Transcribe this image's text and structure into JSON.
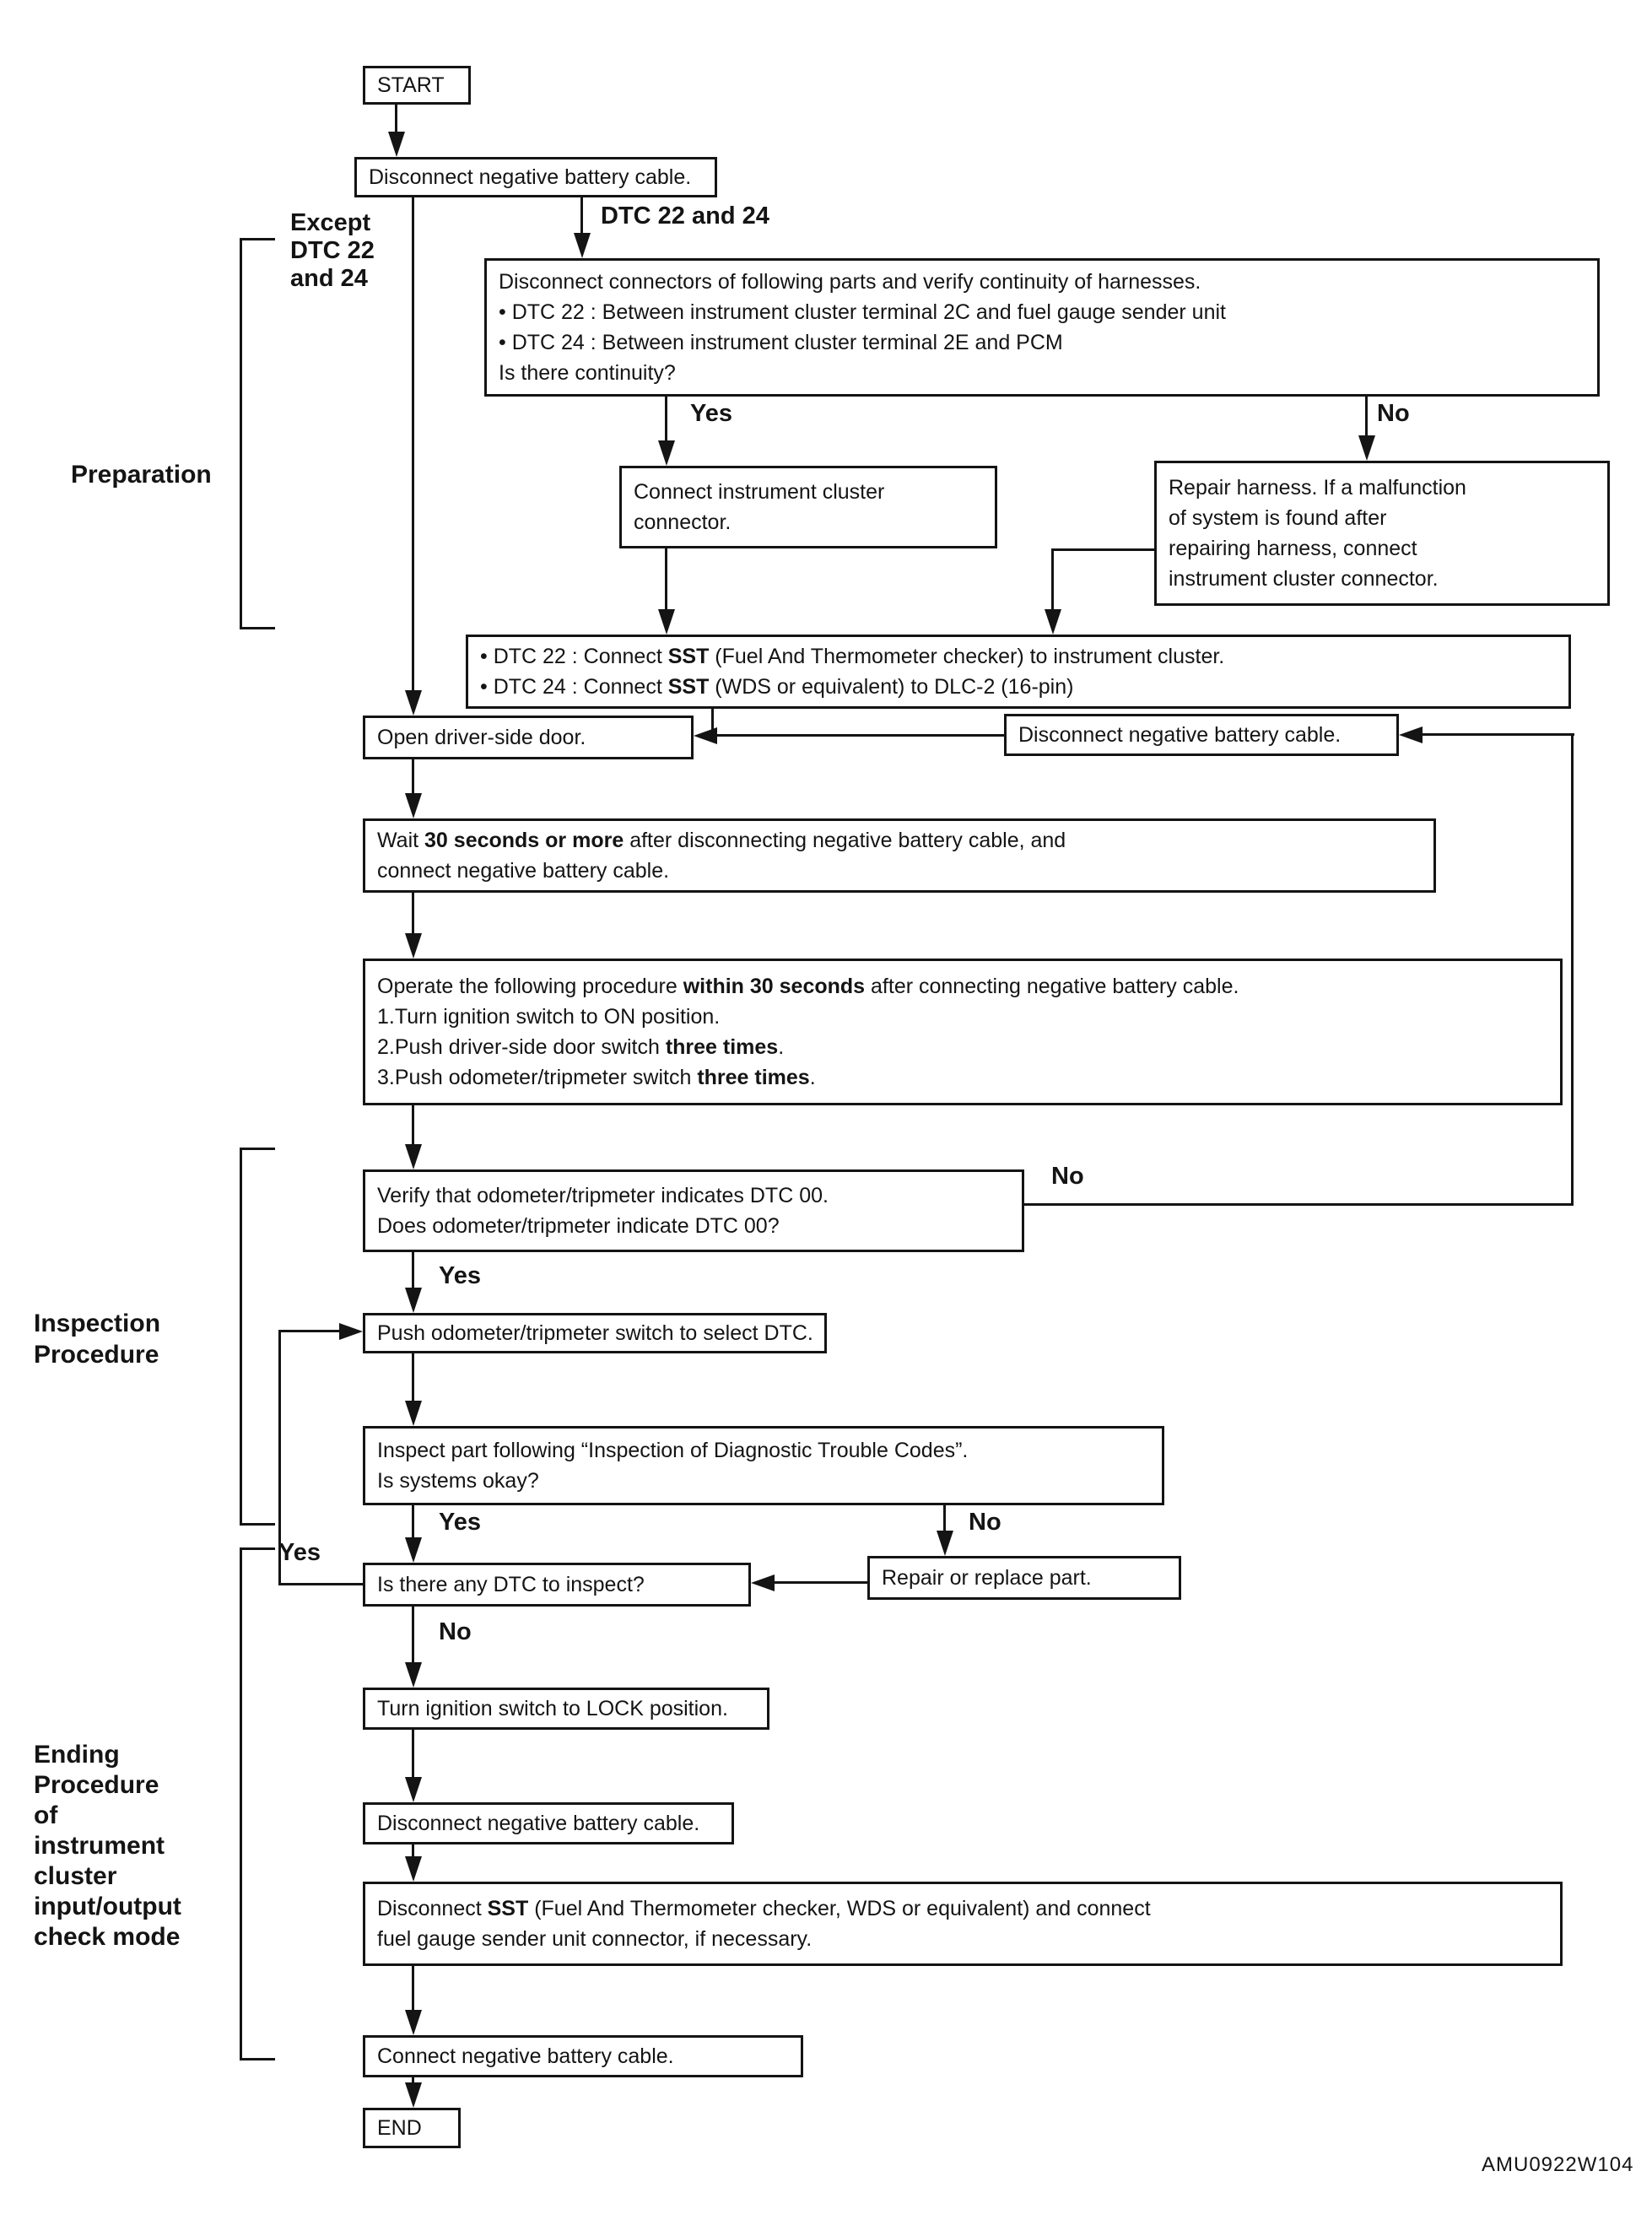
{
  "page": {
    "figure_code": "AMU0922W104",
    "ink_color": "#141414",
    "background_color": "#ffffff"
  },
  "sections": {
    "preparation": {
      "label": "Preparation"
    },
    "inspection": {
      "label_lines": [
        "Inspection",
        "Procedure"
      ]
    },
    "ending": {
      "label_lines": [
        "Ending",
        "Procedure",
        "of",
        "instrument",
        "cluster",
        "input/output",
        "check mode"
      ]
    }
  },
  "branch_labels": {
    "yes": "Yes",
    "no": "No",
    "dtc_22_24": "DTC 22 and 24",
    "except_lines": [
      "Except",
      "DTC 22",
      "and 24"
    ]
  },
  "nodes": {
    "start": {
      "text": "START"
    },
    "disconnect_battery_1": {
      "text": "Disconnect negative battery cable."
    },
    "verify_continuity": {
      "lines": [
        "Disconnect connectors of following parts and verify continuity of harnesses.",
        "• DTC 22 : Between instrument cluster terminal 2C and fuel gauge sender unit",
        "• DTC 24 : Between instrument cluster terminal 2E and PCM",
        "Is there continuity?"
      ]
    },
    "connect_cluster_connector": {
      "lines": [
        "Connect instrument cluster",
        "connector."
      ]
    },
    "repair_harness": {
      "lines": [
        "Repair harness. If a malfunction",
        "of system is found after",
        "repairing harness, connect",
        "instrument cluster connector."
      ]
    },
    "connect_sst": {
      "lines": [
        [
          "• DTC 22 : Connect ",
          {
            "t": "SST",
            "b": true
          },
          " (Fuel And Thermometer checker) to instrument cluster."
        ],
        [
          "• DTC 24 : Connect ",
          {
            "t": "SST",
            "b": true
          },
          " (WDS or equivalent) to DLC-2 (16-pin)"
        ]
      ]
    },
    "open_door": {
      "text": "Open driver-side door."
    },
    "disconnect_battery_2": {
      "text": "Disconnect negative battery cable."
    },
    "wait_30s": {
      "lines": [
        [
          "Wait ",
          {
            "t": "30 seconds or more",
            "b": true
          },
          " after disconnecting negative battery cable, and"
        ],
        [
          "connect negative battery cable."
        ]
      ]
    },
    "operate_30s": {
      "lines": [
        [
          "Operate the following procedure ",
          {
            "t": "within 30 seconds",
            "b": true
          },
          " after connecting negative battery cable."
        ],
        [
          "1.Turn ignition switch to ON position."
        ],
        [
          "2.Push driver-side door switch ",
          {
            "t": "three times",
            "b": true
          },
          "."
        ],
        [
          "3.Push odometer/tripmeter switch ",
          {
            "t": "three times",
            "b": true
          },
          "."
        ]
      ]
    },
    "verify_dtc00": {
      "lines": [
        "Verify that odometer/tripmeter indicates DTC 00.",
        "Does odometer/tripmeter indicate DTC 00?"
      ]
    },
    "push_select_dtc": {
      "text": "Push odometer/tripmeter switch to select DTC."
    },
    "inspect_part": {
      "lines": [
        "Inspect part following “Inspection of Diagnostic Trouble Codes”.",
        "Is systems okay?"
      ]
    },
    "any_dtc": {
      "text": "Is there any DTC to inspect?"
    },
    "repair_replace": {
      "text": "Repair or replace part."
    },
    "ignition_lock": {
      "text": "Turn ignition switch to LOCK position."
    },
    "disconnect_battery_3": {
      "text": "Disconnect negative battery cable."
    },
    "disconnect_sst": {
      "lines": [
        [
          "Disconnect ",
          {
            "t": "SST",
            "b": true
          },
          " (Fuel And Thermometer checker, WDS or equivalent) and connect"
        ],
        [
          "fuel gauge sender unit connector, if necessary."
        ]
      ]
    },
    "connect_battery": {
      "text": "Connect negative battery cable."
    },
    "end": {
      "text": "END"
    }
  }
}
